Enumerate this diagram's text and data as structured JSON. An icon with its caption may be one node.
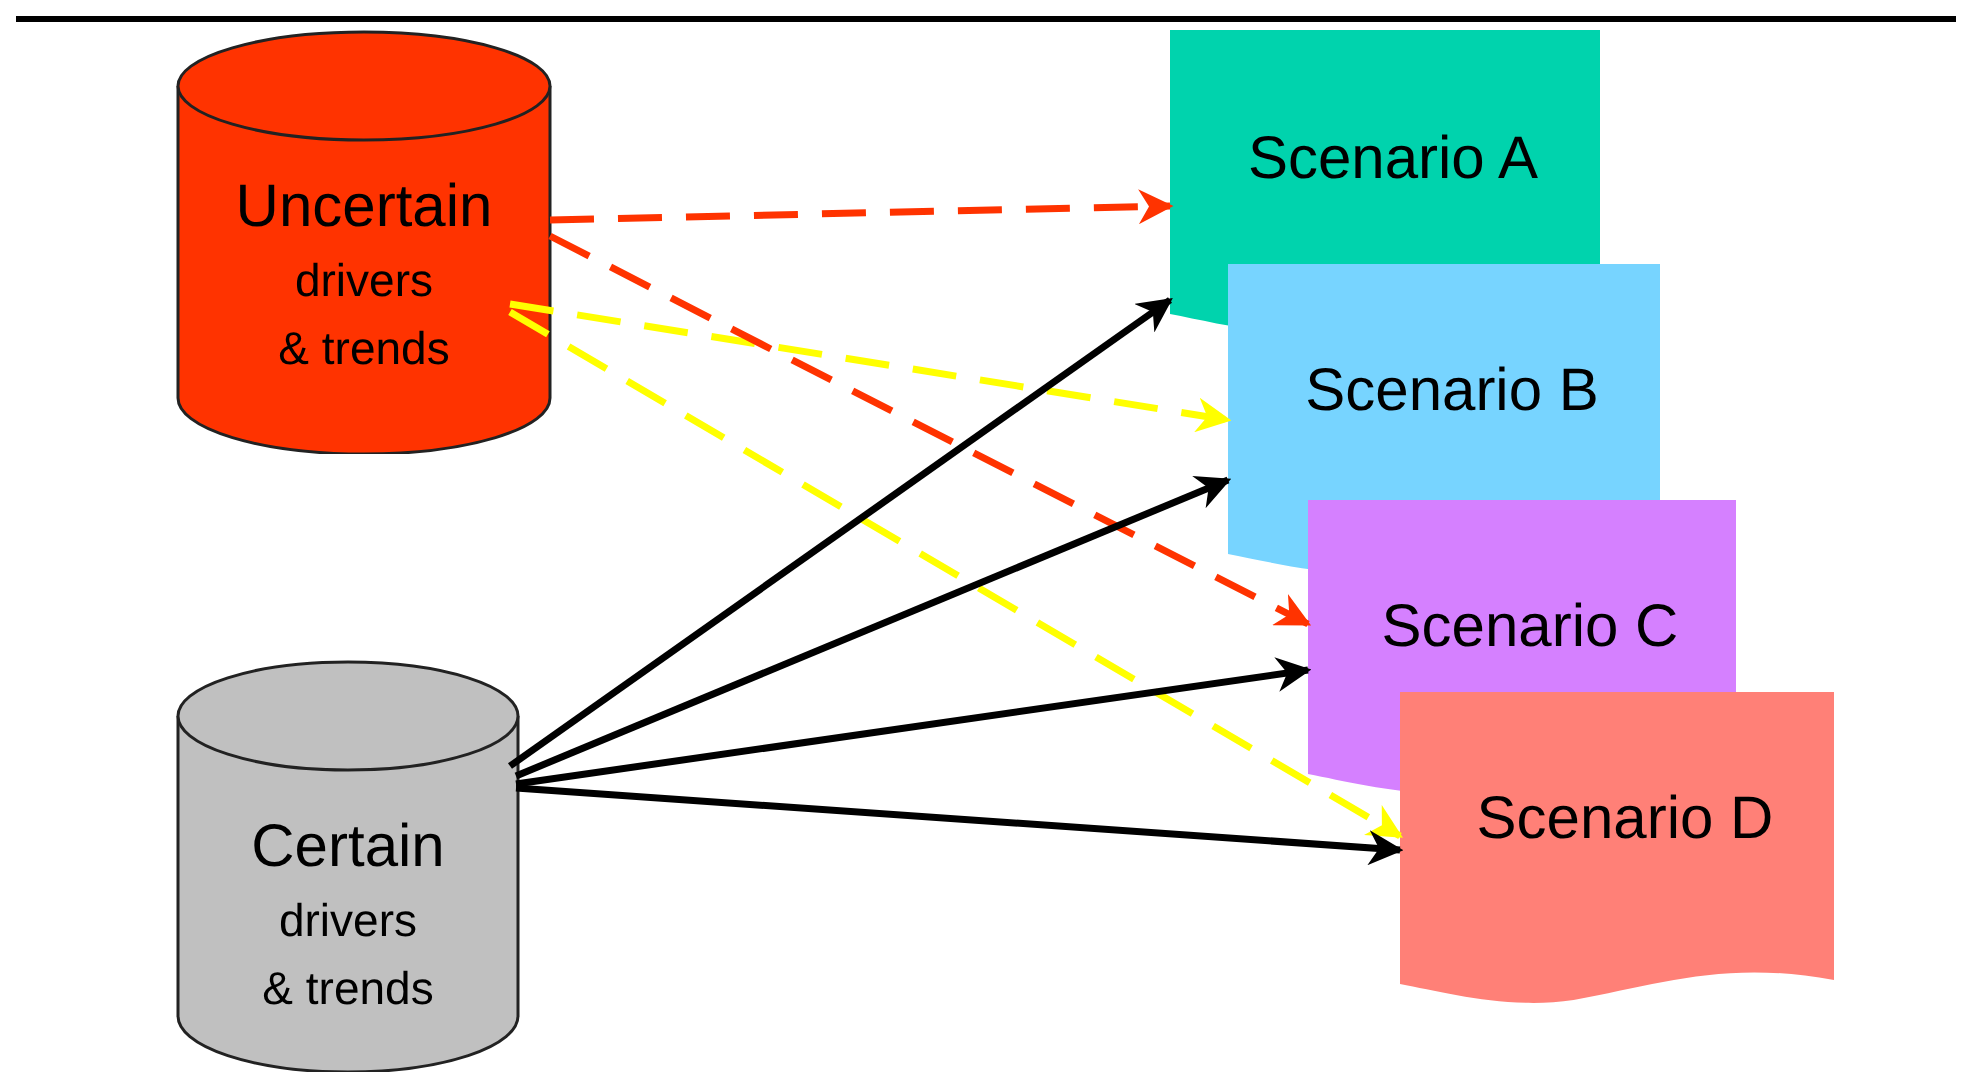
{
  "diagram": {
    "nodes": [
      {
        "text": [
          "Uncertain",
          "drivers & trends"
        ]
      },
      {
        "text": [
          "Certain",
          "drivers & trends"
        ]
      },
      {
        "text": [
          "Scenario A"
        ]
      },
      {
        "text": [
          "Scenario B"
        ]
      },
      {
        "text": [
          "Scenario C"
        ]
      },
      {
        "text": [
          "Scenario D"
        ]
      }
    ],
    "edges": [
      {
        "from": 0,
        "to": 2,
        "arrow": "to",
        "style": "dashed",
        "color": "#ff3300"
      },
      {
        "from": 0,
        "to": 3,
        "arrow": "to",
        "style": "dashed",
        "color": "#ffff00"
      },
      {
        "from": 0,
        "to": 4,
        "arrow": "to",
        "style": "dashed",
        "color": "#ff3300"
      },
      {
        "from": 0,
        "to": 5,
        "arrow": "to",
        "style": "dashed",
        "color": "#ffff00"
      },
      {
        "from": 1,
        "to": 2,
        "arrow": "to"
      },
      {
        "from": 1,
        "to": 3,
        "arrow": "to"
      },
      {
        "from": 1,
        "to": 4,
        "arrow": "to"
      },
      {
        "from": 1,
        "to": 5,
        "arrow": "to"
      }
    ]
  }
}
